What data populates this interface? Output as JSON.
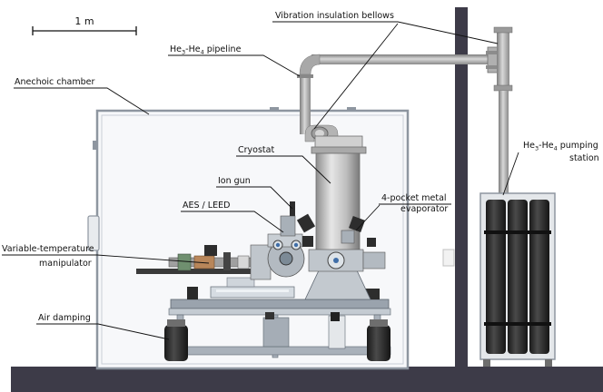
{
  "scale_bar": {
    "label": "1 m"
  },
  "labels": {
    "vibration": "Vibration insulation bellows",
    "pipeline_a": "He",
    "pipeline_sub1": "3",
    "pipeline_b": "-He",
    "pipeline_sub2": "4",
    "pipeline_c": " pipeline",
    "anechoic": "Anechoic chamber",
    "cryostat": "Cryostat",
    "ion_gun": "Ion gun",
    "aes_leed": "AES / LEED",
    "evaporator_l1": "4-pocket metal",
    "evaporator_l2": "evaporator",
    "manipulator_l1": "Variable-temperature",
    "manipulator_l2": "manipulator",
    "air_damping": "Air damping",
    "pumping_a": "He",
    "pumping_sub1": "3",
    "pumping_b": "-He",
    "pumping_sub2": "4",
    "pumping_c": " pumping",
    "pumping_l2": "station"
  }
}
